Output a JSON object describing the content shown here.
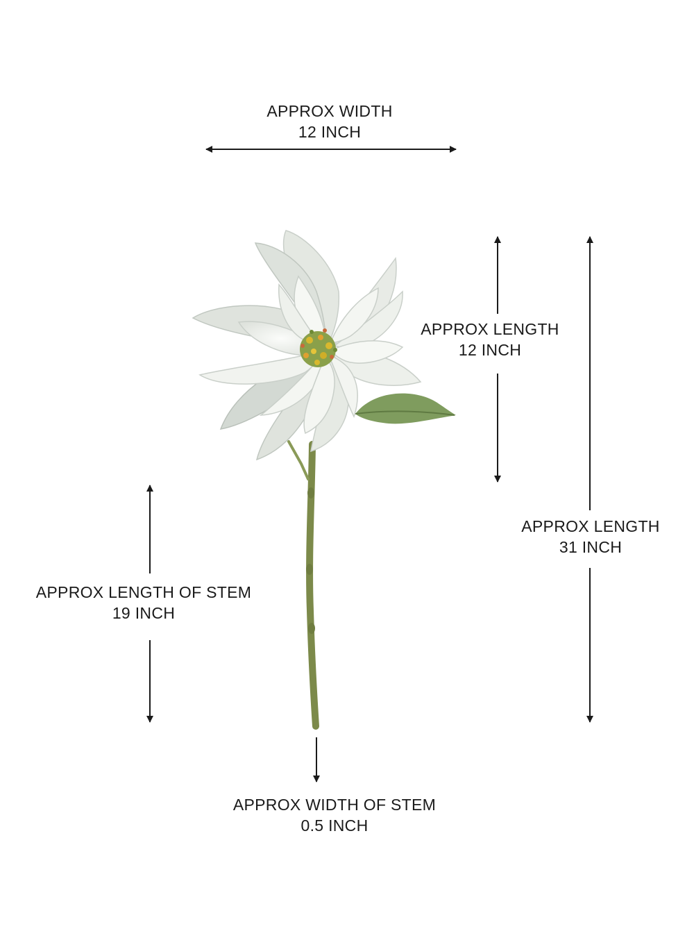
{
  "dimensions": {
    "width": {
      "title": "APPROX WIDTH",
      "value": "12 INCH"
    },
    "flower_length": {
      "title": "APPROX LENGTH",
      "value": "12 INCH"
    },
    "total_length": {
      "title": "APPROX LENGTH",
      "value": "31 INCH"
    },
    "stem_length": {
      "title": "APPROX LENGTH OF STEM",
      "value": "19 INCH"
    },
    "stem_width": {
      "title": "APPROX WIDTH OF STEM",
      "value": "0.5 INCH"
    }
  },
  "colors": {
    "petal": "#f1f3ef",
    "petal_shadow": "#c9cfc9",
    "leaf": "#7f9c5e",
    "stem": "#7c8a4a",
    "arrow": "#1a1a1a"
  }
}
